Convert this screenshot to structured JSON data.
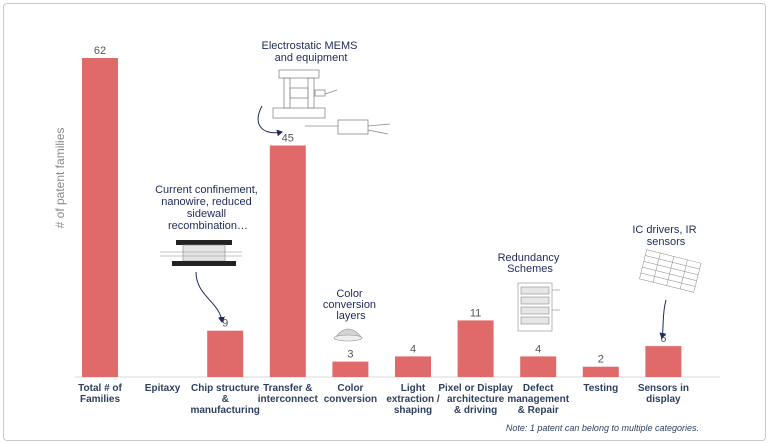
{
  "chart_data": {
    "type": "bar",
    "categories": [
      [
        "Total # of",
        "Families"
      ],
      [
        "Epitaxy"
      ],
      [
        "Chip structure",
        "&",
        "manufacturing"
      ],
      [
        "Transfer &",
        "interconnect"
      ],
      [
        "Color",
        "conversion"
      ],
      [
        "Light",
        "extraction /",
        "shaping"
      ],
      [
        "Pixel or Display",
        "architecture",
        "& driving"
      ],
      [
        "Defect",
        "management",
        "& Repair"
      ],
      [
        "Testing"
      ],
      [
        "Sensors in",
        "display"
      ]
    ],
    "values": [
      62,
      null,
      9,
      45,
      3,
      4,
      11,
      4,
      2,
      6
    ],
    "value_labels": [
      "62",
      "",
      "9",
      "45",
      "3",
      "4",
      "11",
      "4",
      "2",
      "6"
    ],
    "ylabel": "# of patent families",
    "ylim": [
      0,
      64
    ],
    "grid": false,
    "bar_color": "#e06a6a",
    "annotations": [
      {
        "target_index": 3,
        "lines": [
          "Electrostatic MEMS",
          "and equipment"
        ],
        "illustration": "mems-equipment-drawing"
      },
      {
        "target_index": 2,
        "lines": [
          "Current confinement,",
          "nanowire, reduced",
          "sidewall",
          "recombination…"
        ],
        "illustration": "chip-cross-section-drawing"
      },
      {
        "target_index": 4,
        "lines": [
          "Color",
          "conversion",
          "layers"
        ],
        "illustration": "dome-layer-drawing"
      },
      {
        "target_index": 7,
        "lines": [
          "Redundancy",
          "Schemes"
        ],
        "illustration": "pixel-matrix-drawing"
      },
      {
        "target_index": 9,
        "lines": [
          "IC drivers, IR",
          "sensors"
        ],
        "illustration": "driver-array-drawing"
      }
    ]
  },
  "footnote": "Note: 1 patent can belong to multiple categories."
}
